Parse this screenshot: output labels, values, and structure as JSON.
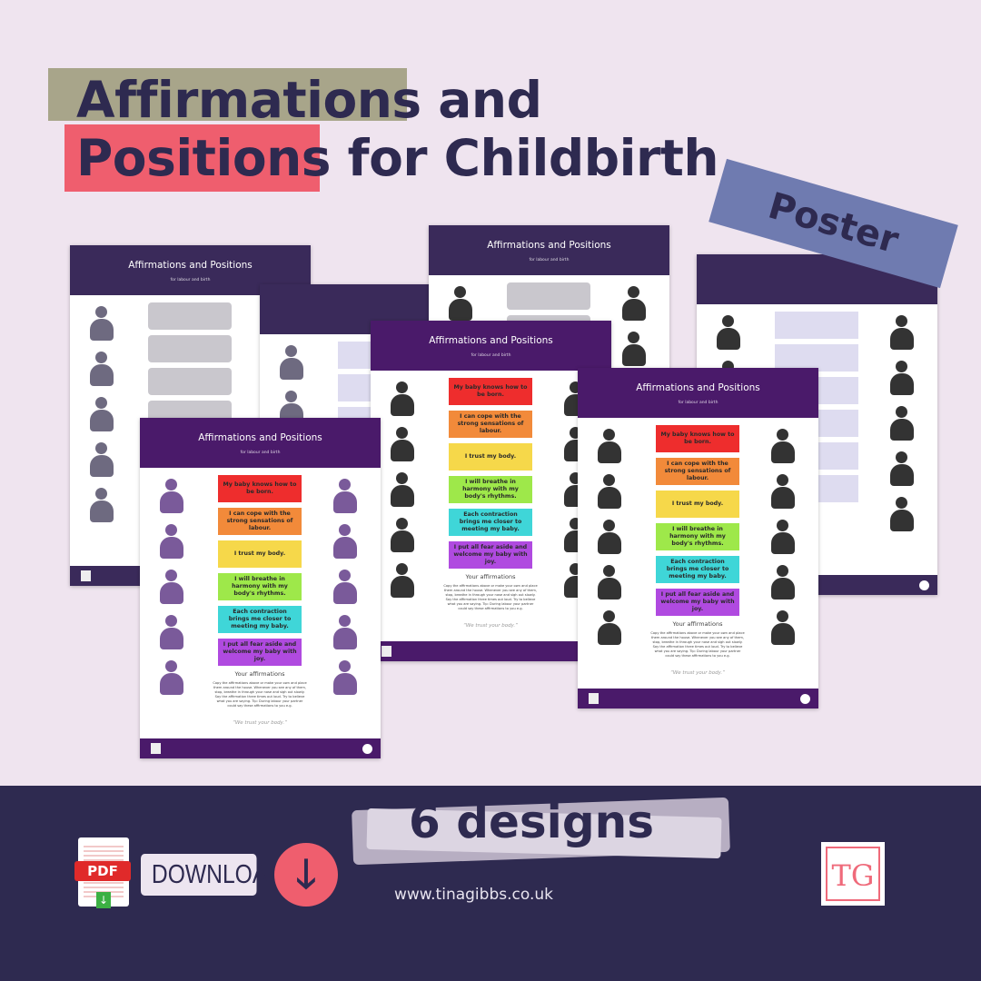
{
  "headline": {
    "line1_highlight": "Affirmations",
    "line1_rest": " and",
    "line2_highlight": "Positions",
    "line2_rest": " for Childbirth"
  },
  "tag": "Poster",
  "poster": {
    "title": "Affirmations and Positions",
    "subtitle": "for labour and birth",
    "affirmations": [
      "My baby knows how to be born.",
      "I can cope with the strong sensations of labour.",
      "I trust my body.",
      "I will breathe in harmony with my body's rhythms.",
      "Each contraction brings me closer to meeting my baby.",
      "I put all fear aside and welcome my baby with joy."
    ],
    "your_heading": "Your affirmations",
    "your_text": "Copy the affirmations above or make your own and place them around the house. Whenever you see any of them, stop, breathe in through your nose and sigh out slowly. Say the affirmation three times out loud. Try to believe what you are saying. Tip: During labour your partner could say these affirmations to you e.g.",
    "quote": "“We trust your body.”"
  },
  "designs": [
    {
      "style": "gray",
      "header": "#3a2a5a",
      "figure": "#6e6a80"
    },
    {
      "style": "lav",
      "header": "#3a2a5a",
      "figure": "#6e6a80"
    },
    {
      "style": "gray",
      "header": "#3a2a5a",
      "figure": "#333333"
    },
    {
      "style": "lav",
      "header": "#3a2a5a",
      "figure": "#333333"
    },
    {
      "style": "color",
      "header": "#4a1a6a",
      "figure": "#333333"
    },
    {
      "style": "color",
      "header": "#4a1a6a",
      "figure": "#333333"
    },
    {
      "style": "color",
      "header": "#4a1a6a",
      "figure": "#7a5a9a"
    }
  ],
  "affirmation_colors": [
    "#ee2d2d",
    "#f28a3a",
    "#f6d84a",
    "#9ee84a",
    "#3fd6d8",
    "#b04ae0"
  ],
  "bottom": {
    "count_label": "6 designs",
    "pdf_label": "PDF",
    "download_label": "DOWNLOAD",
    "url": "www.tinagibbs.co.uk",
    "logo": "TG"
  },
  "icons": [
    "pdf-file-icon",
    "download-arrow-icon",
    "tg-logo"
  ]
}
